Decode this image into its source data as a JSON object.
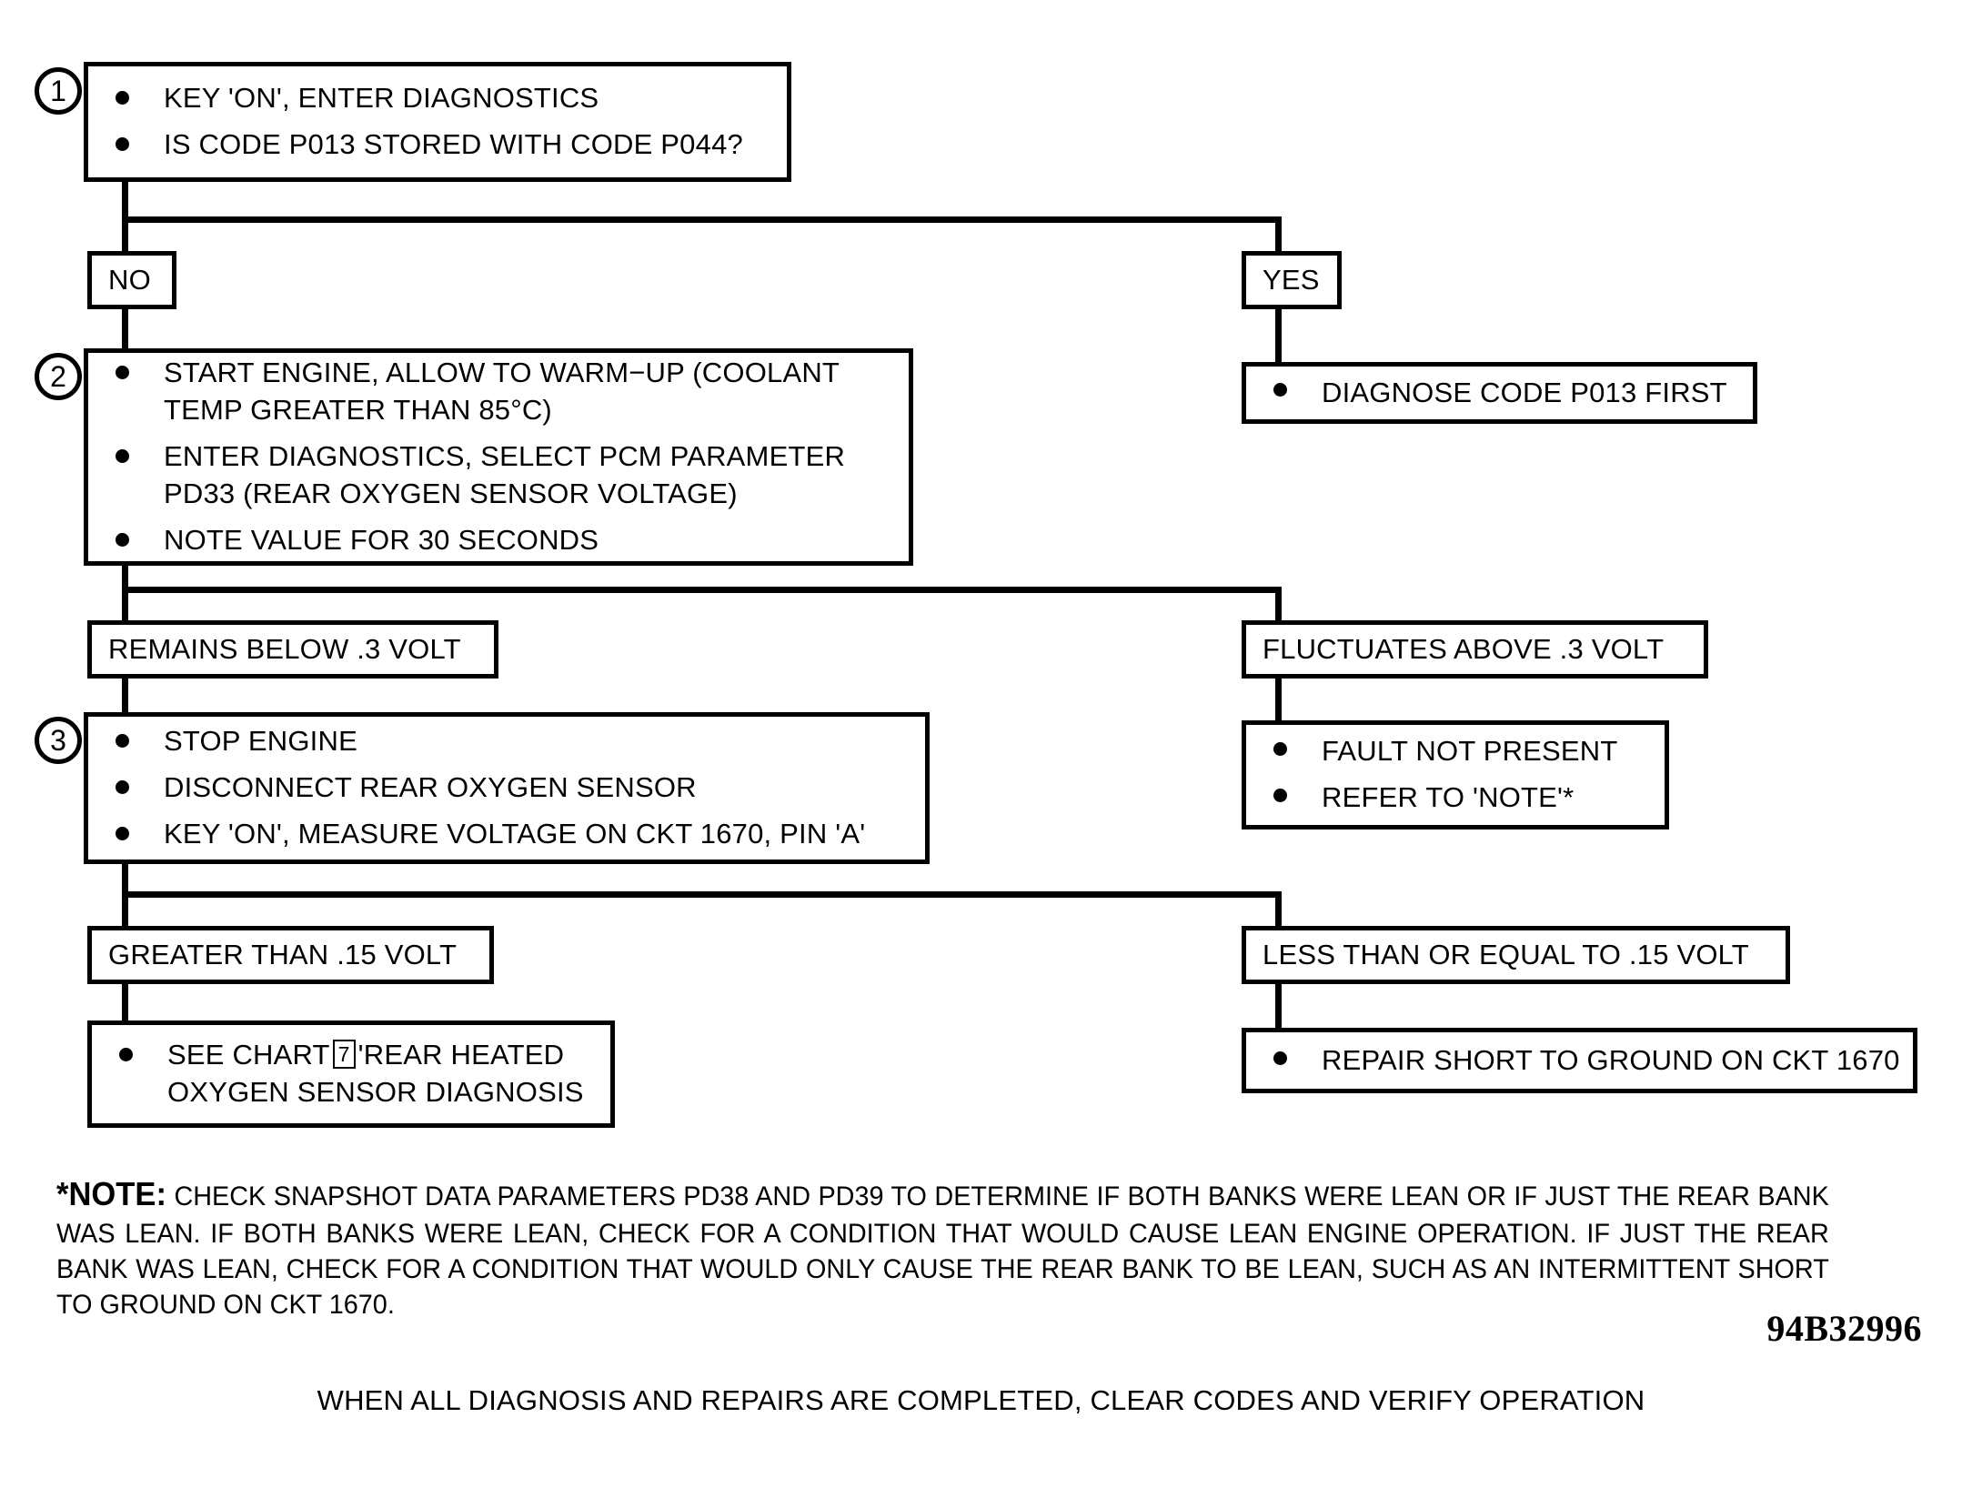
{
  "document": {
    "id_code": "94B32996",
    "footer_text": "WHEN ALL DIAGNOSIS AND REPAIRS ARE COMPLETED, CLEAR CODES AND VERIFY OPERATION"
  },
  "steps": {
    "one": {
      "number": "1",
      "bullets": [
        "KEY 'ON', ENTER DIAGNOSTICS",
        "IS CODE P013 STORED WITH CODE P044?"
      ]
    },
    "two": {
      "number": "2",
      "bullets": [
        "START ENGINE, ALLOW TO WARM−UP (COOLANT\nTEMP GREATER THAN 85°C)",
        "ENTER DIAGNOSTICS, SELECT PCM PARAMETER\nPD33 (REAR OXYGEN SENSOR VOLTAGE)",
        "NOTE VALUE FOR 30 SECONDS"
      ]
    },
    "three": {
      "number": "3",
      "bullets": [
        "STOP ENGINE",
        "DISCONNECT REAR OXYGEN SENSOR",
        "KEY 'ON', MEASURE VOLTAGE ON CKT 1670, PIN 'A'"
      ]
    }
  },
  "branches": {
    "no_label": "NO",
    "yes_label": "YES",
    "remains_below": "REMAINS BELOW .3 VOLT",
    "fluctuates_above": "FLUCTUATES ABOVE .3  VOLT",
    "greater_than": "GREATER THAN .15 VOLT",
    "less_than_equal": "LESS THAN OR EQUAL TO .15 VOLT"
  },
  "outcomes": {
    "diagnose_p013": "DIAGNOSE CODE P013 FIRST",
    "fault_not_present": "FAULT NOT  PRESENT",
    "refer_to_note": "REFER TO 'NOTE'*",
    "see_chart_pre": "SEE CHART",
    "see_chart_ref": "7",
    "see_chart_post": "'REAR HEATED\nOXYGEN SENSOR DIAGNOSIS",
    "repair_short": "REPAIR SHORT TO GROUND ON CKT 1670"
  },
  "note": {
    "star": "*",
    "label": "NOTE:",
    "body": "CHECK SNAPSHOT DATA PARAMETERS PD38 AND PD39 TO DETERMINE IF BOTH BANKS WERE LEAN OR IF JUST THE REAR BANK WAS LEAN. IF BOTH BANKS WERE LEAN, CHECK FOR A CONDITION THAT WOULD CAUSE LEAN ENGINE OPERATION. IF JUST THE REAR BANK WAS LEAN, CHECK FOR A CONDITION THAT WOULD ONLY CAUSE THE REAR BANK TO BE LEAN, SUCH AS AN INTERMITTENT SHORT TO GROUND ON CKT 1670."
  },
  "colors": {
    "ink": "#000000",
    "paper": "#ffffff"
  }
}
